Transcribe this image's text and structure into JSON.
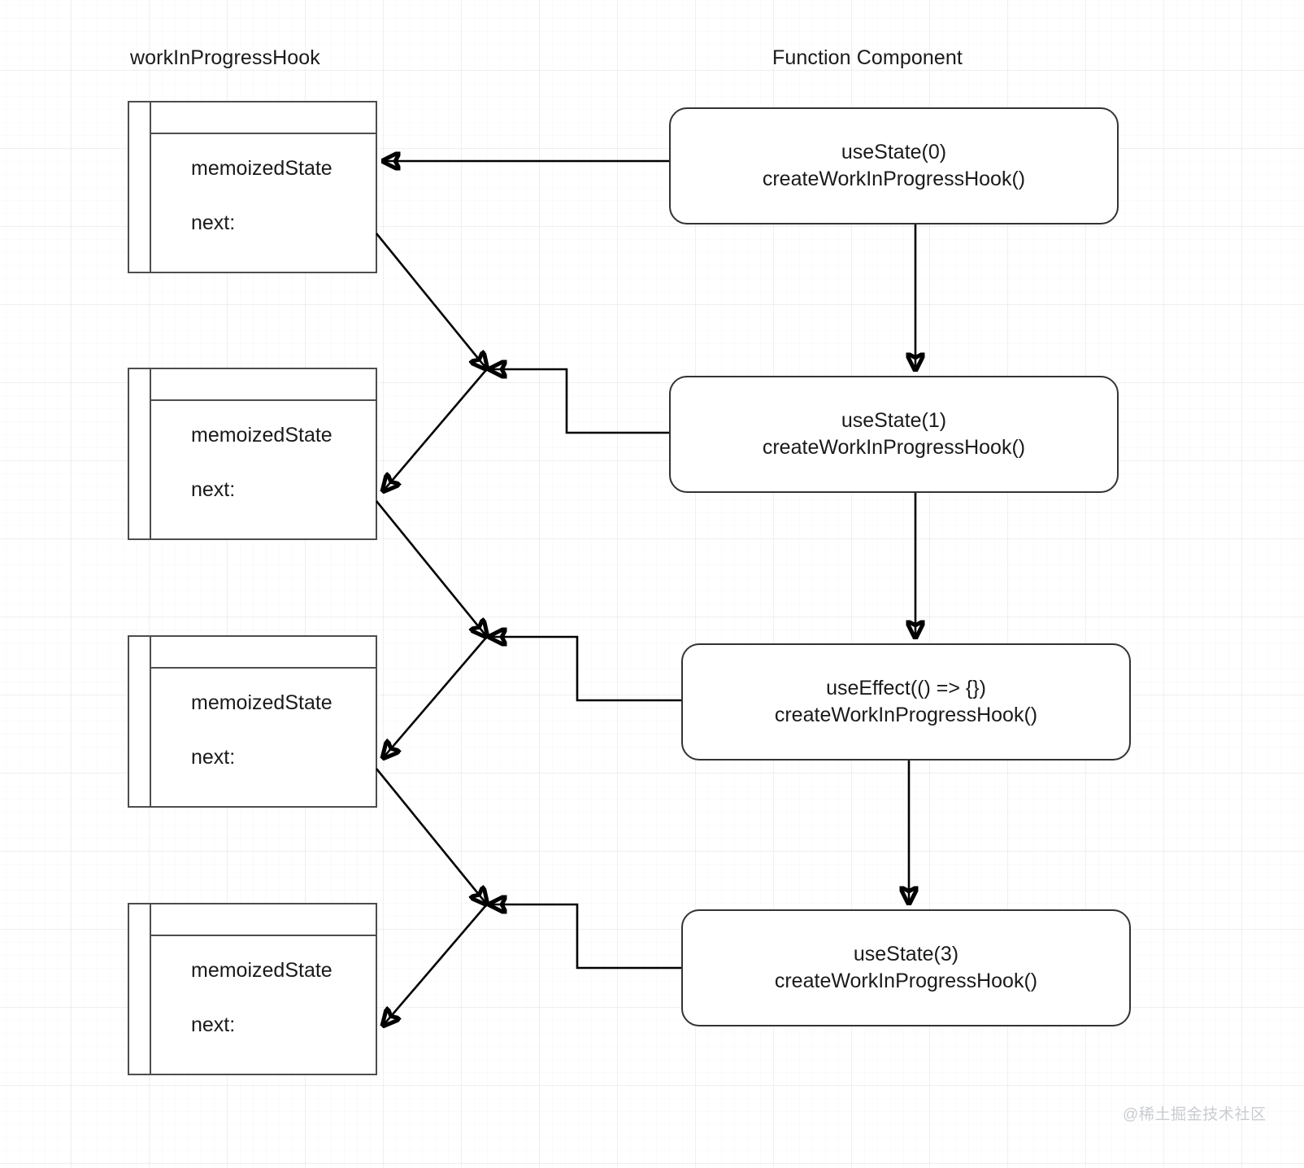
{
  "columns": {
    "left_title": "workInProgressHook",
    "right_title": "Function Component"
  },
  "hooks": [
    {
      "field1": "memoizedState",
      "field2": "next:"
    },
    {
      "field1": "memoizedState",
      "field2": "next:"
    },
    {
      "field1": "memoizedState",
      "field2": "next:"
    },
    {
      "field1": "memoizedState",
      "field2": "next:"
    }
  ],
  "calls": [
    {
      "line1": "useState(0)",
      "line2": "createWorkInProgressHook()"
    },
    {
      "line1": "useState(1)",
      "line2": "createWorkInProgressHook()"
    },
    {
      "line1": "useEffect(() => {})",
      "line2": "createWorkInProgressHook()"
    },
    {
      "line1": "useState(3)",
      "line2": "createWorkInProgressHook()"
    }
  ],
  "watermark": "@稀土掘金技术社区",
  "colors": {
    "hook_border": "#4d4d4d",
    "call_border": "#333333",
    "connector": "#000000",
    "text": "#1a1a1a",
    "grid_major": "#e8e8e8",
    "grid_minor": "#f6f6f6",
    "watermark": "#c9ccd1"
  }
}
